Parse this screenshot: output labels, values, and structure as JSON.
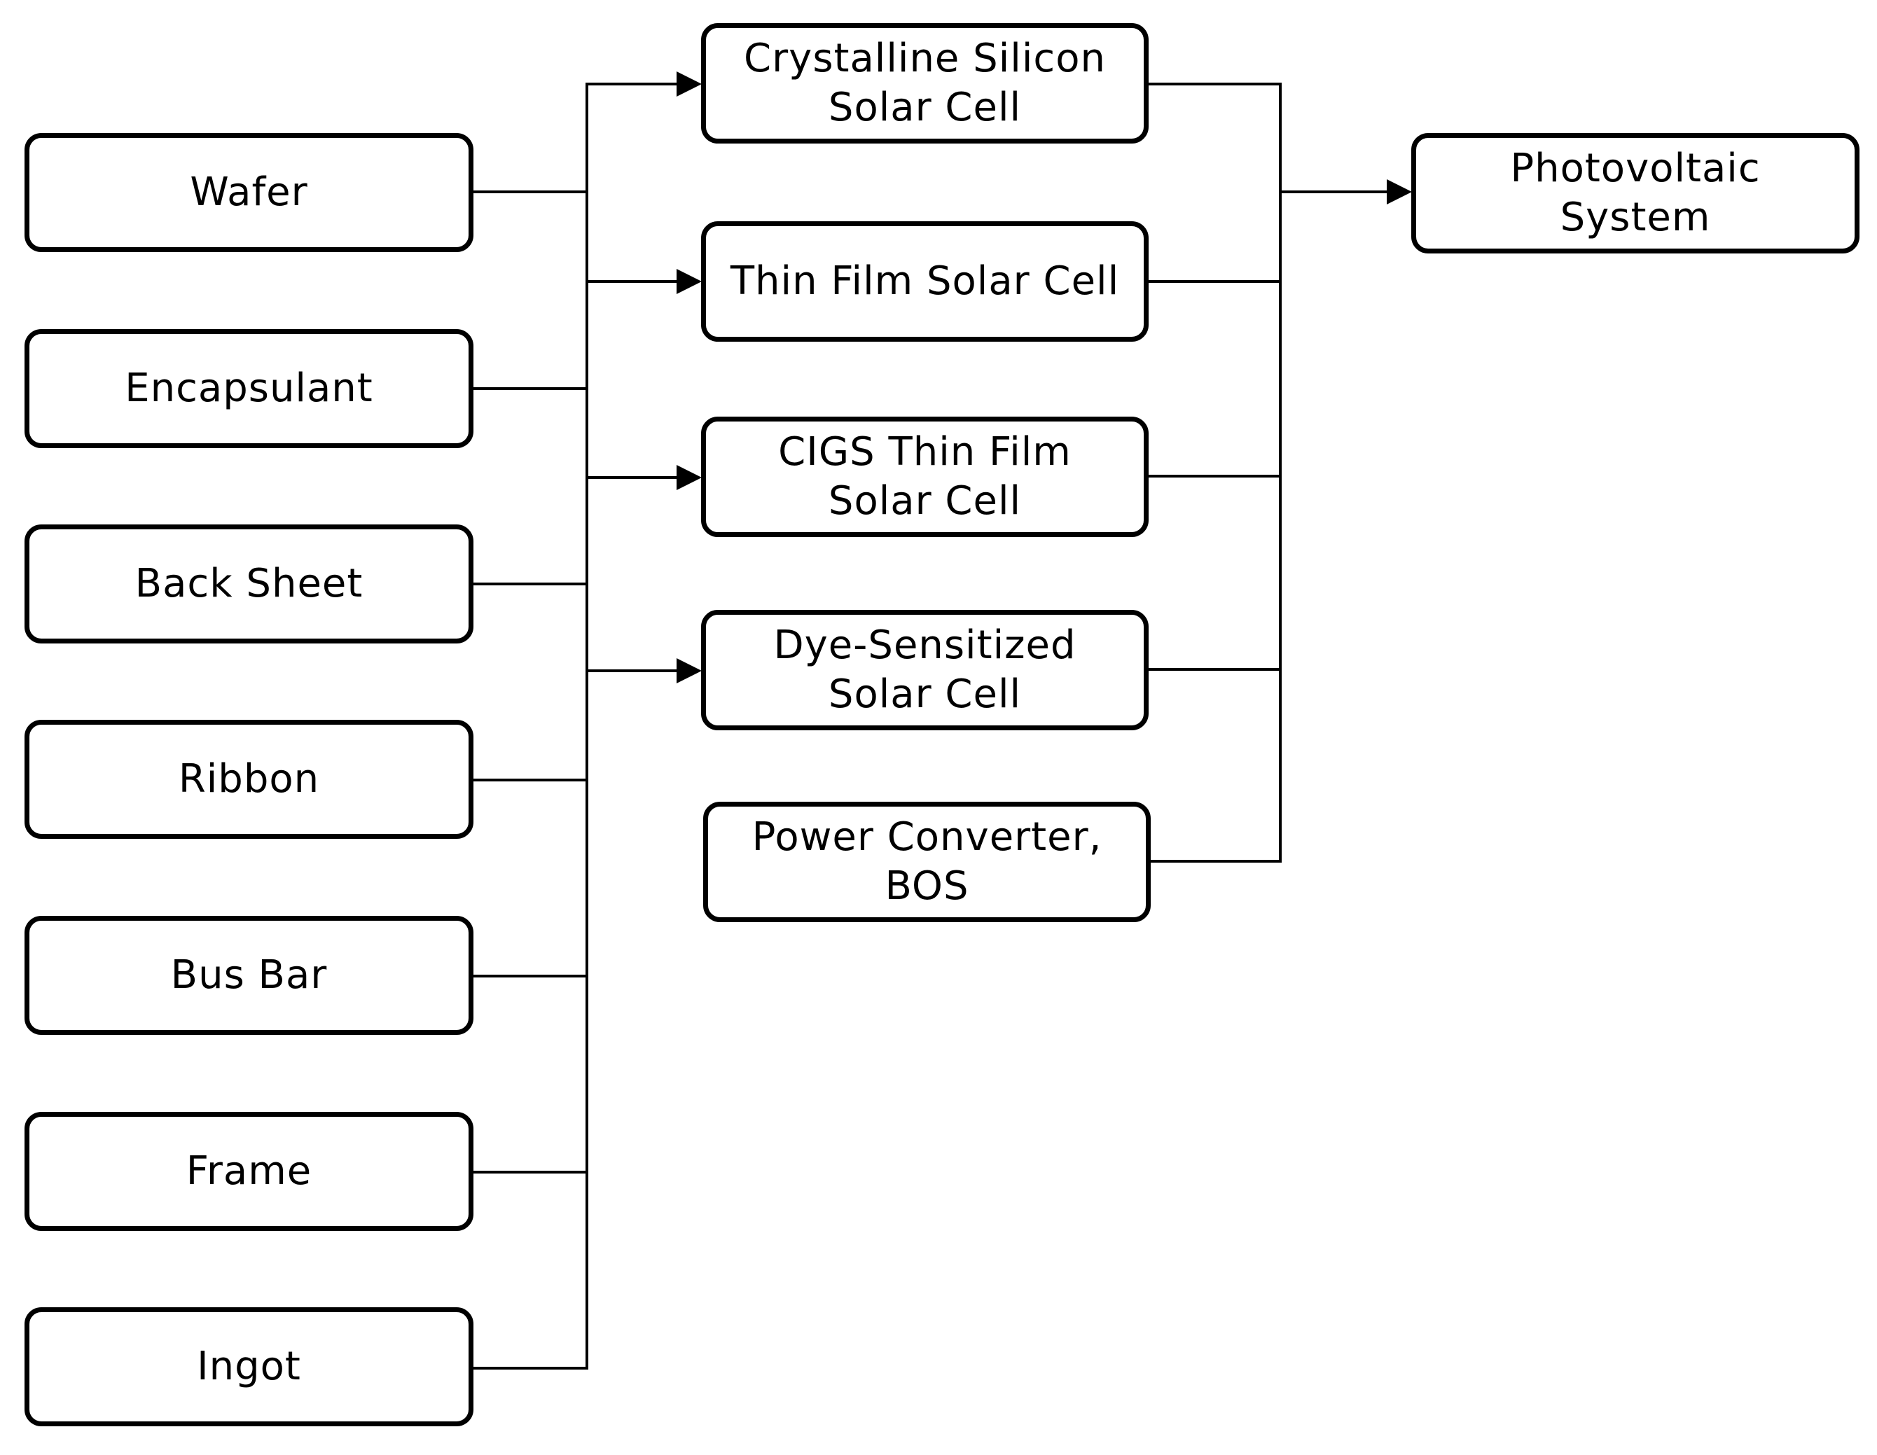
{
  "materials": [
    {
      "id": "wafer",
      "label": "Wafer"
    },
    {
      "id": "encapsulant",
      "label": "Encapsulant"
    },
    {
      "id": "back-sheet",
      "label": "Back Sheet"
    },
    {
      "id": "ribbon",
      "label": "Ribbon"
    },
    {
      "id": "bus-bar",
      "label": "Bus Bar"
    },
    {
      "id": "frame",
      "label": "Frame"
    },
    {
      "id": "ingot",
      "label": "Ingot"
    }
  ],
  "cells": [
    {
      "id": "crystalline-silicon",
      "label": "Crystalline Silicon\nSolar Cell"
    },
    {
      "id": "thin-film",
      "label": "Thin Film Solar Cell"
    },
    {
      "id": "cigs-thin-film",
      "label": "CIGS Thin Film\nSolar Cell"
    },
    {
      "id": "dye-sensitized",
      "label": "Dye-Sensitized\nSolar Cell"
    },
    {
      "id": "power-converter",
      "label": "Power Converter,\nBOS"
    }
  ],
  "system": {
    "label": "Photovoltaic\nSystem"
  }
}
